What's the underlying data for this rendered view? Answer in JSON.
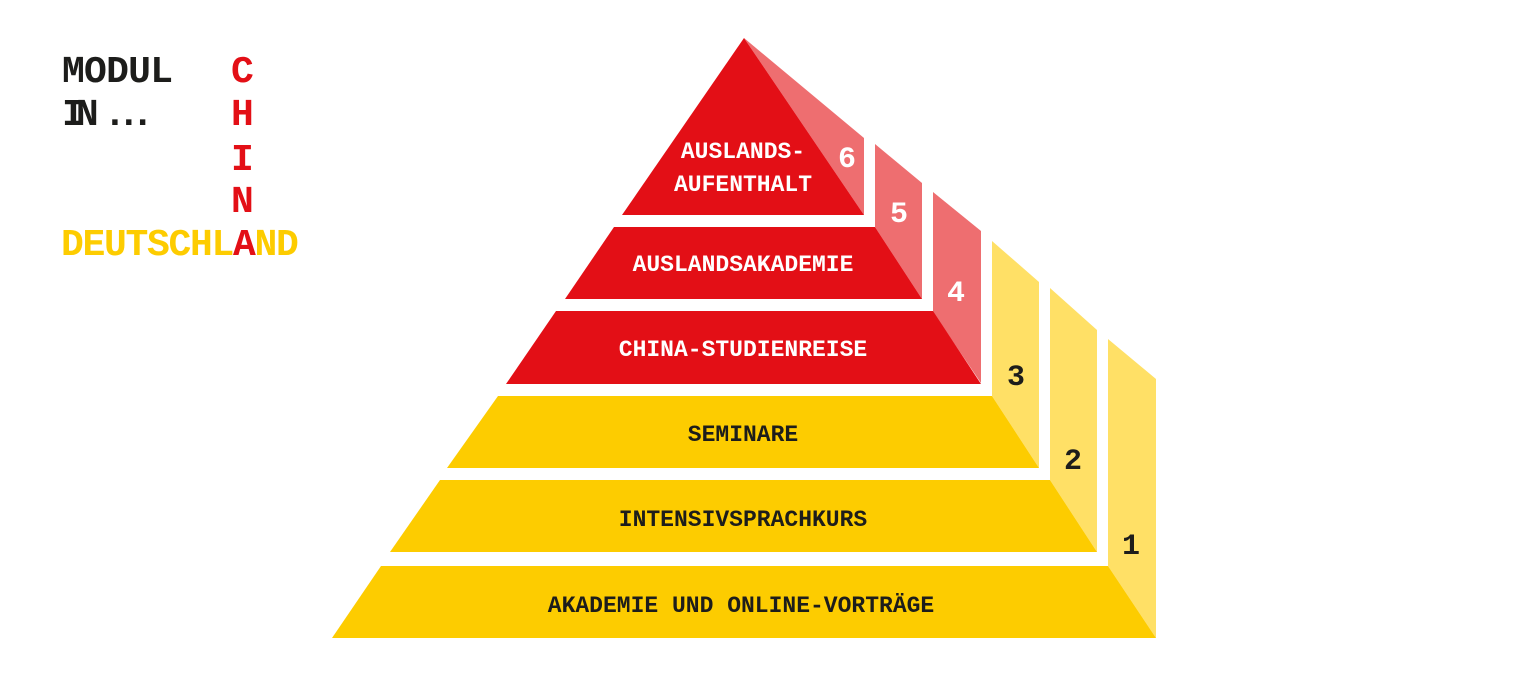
{
  "logo": {
    "line1": "MODUL",
    "line2": "IN ...",
    "vertical_word": "CHINA",
    "horizontal_word": "DEUTSCHLAND",
    "colors": {
      "dark": "#1d1d1b",
      "red": "#e30f16",
      "yellow": "#fdcc00"
    }
  },
  "pyramid": {
    "colors": {
      "red_front": "#e30f16",
      "red_side": "#ee6e70",
      "yellow_front": "#fdcc00",
      "yellow_side": "#ffe066",
      "label_dark": "#1d1d1b",
      "label_light": "#ffffff"
    },
    "levels": [
      {
        "number": "1",
        "label": "AKADEMIE UND ONLINE-VORTRÄGE",
        "group": "yellow"
      },
      {
        "number": "2",
        "label": "INTENSIVSPRACHKURS",
        "group": "yellow"
      },
      {
        "number": "3",
        "label": "SEMINARE",
        "group": "yellow"
      },
      {
        "number": "4",
        "label": "CHINA-STUDIENREISE",
        "group": "red"
      },
      {
        "number": "5",
        "label": "AUSLANDSAKADEMIE",
        "group": "red"
      },
      {
        "number": "6",
        "label_line1": "AUSLANDS-",
        "label_line2": "AUFENTHALT",
        "group": "red"
      }
    ]
  }
}
